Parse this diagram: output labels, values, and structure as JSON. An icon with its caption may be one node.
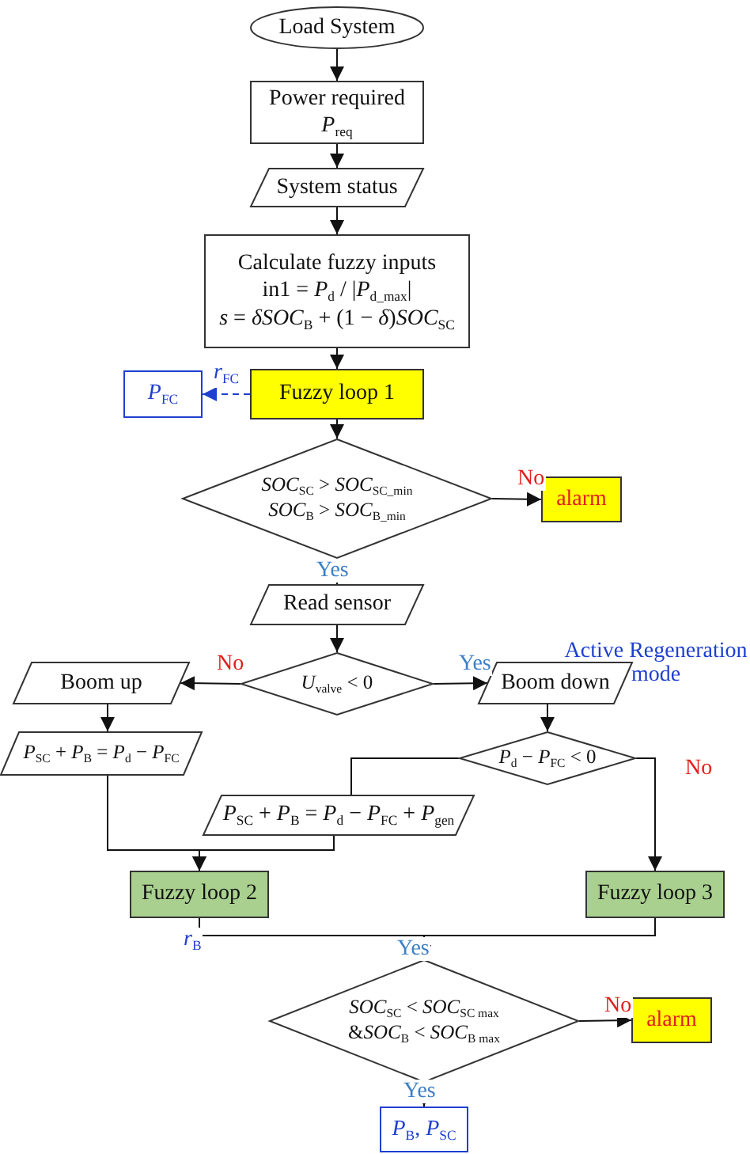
{
  "diagram": {
    "nodes": [
      {
        "text": [
          "Load System"
        ]
      },
      {
        "text": [
          "Power required",
          "*P*$_{req}$"
        ]
      },
      {
        "text": [
          "System status"
        ]
      },
      {
        "text": [
          "Calculate fuzzy inputs",
          "in1 = *P*$_{d}$ / |*P*$_{d_max}$|",
          "*s* = *δSOC*$_{B}$ + (1 − *δ*)*SOC*$_{SC}$"
        ]
      },
      {
        "text": [
          "Fuzzy loop 1"
        ]
      },
      {
        "text": [
          "*P*$_{FC}$"
        ]
      },
      {
        "text": [
          "*SOC*$_{SC}$ > *SOC*$_{SC_min}$",
          "*SOC*$_{B}$ > *SOC*$_{B_min}$"
        ]
      },
      {
        "text": [
          "alarm"
        ]
      },
      {
        "text": [
          "Read sensor"
        ]
      },
      {
        "text": [
          "*U*$_{valve}$ < 0"
        ]
      },
      {
        "text": [
          "Boom up"
        ]
      },
      {
        "text": [
          "Boom down"
        ]
      },
      {
        "text": [
          "*P*$_{SC}$ + *P*$_{B}$ = *P*$_{d}$ − *P*$_{FC}$"
        ]
      },
      {
        "text": [
          "*P*$_{d}$ − *P*$_{FC}$ < 0"
        ]
      },
      {
        "text": [
          "*P*$_{SC}$ + *P*$_{B}$ = *P*$_{d}$ − *P*$_{FC}$ + *P*$_{gen}$"
        ]
      },
      {
        "text": [
          "Fuzzy loop 2"
        ]
      },
      {
        "text": [
          "Fuzzy loop 3"
        ]
      },
      {
        "text": [
          "*SOC*$_{SC}$ < *SOC*$_{SC max}$",
          "&*SOC*$_{B}$ < *SOC*$_{B max}$"
        ]
      },
      {
        "text": [
          "alarm"
        ]
      },
      {
        "text": [
          "*P*$_{B}$, *P*$_{SC}$"
        ]
      }
    ],
    "edges": [
      {
        "from": 0,
        "to": 1,
        "arrow": "to"
      },
      {
        "from": 1,
        "to": 2,
        "arrow": "to"
      },
      {
        "from": 2,
        "to": 3,
        "arrow": "to"
      },
      {
        "from": 3,
        "to": 4,
        "arrow": "to"
      },
      {
        "from": 4,
        "to": 5,
        "arrow": "to",
        "label": "*r*$_{FC}$",
        "style": "dashed",
        "color": "#1f3fd0"
      },
      {
        "from": 4,
        "to": 6,
        "arrow": "to"
      },
      {
        "from": 6,
        "to": 7,
        "arrow": "to",
        "label": "No"
      },
      {
        "from": 6,
        "to": 8,
        "arrow": "to",
        "label": "Yes"
      },
      {
        "from": 8,
        "to": 9,
        "arrow": "to"
      },
      {
        "from": 9,
        "to": 10,
        "arrow": "to",
        "label": "No"
      },
      {
        "from": 9,
        "to": 11,
        "arrow": "to",
        "label": "Yes"
      },
      {
        "from": 10,
        "to": 12,
        "arrow": "to"
      },
      {
        "from": 11,
        "to": 13,
        "arrow": "to"
      },
      {
        "from": 13,
        "to": 14,
        "arrow": "none"
      },
      {
        "from": 13,
        "to": 16,
        "arrow": "to",
        "label": "No"
      },
      {
        "from": 12,
        "to": 15,
        "arrow": "to"
      },
      {
        "from": 14,
        "to": 15,
        "arrow": "to"
      },
      {
        "from": 15,
        "to": 17,
        "arrow": "to",
        "label": "*r*$_{B}$"
      },
      {
        "from": 16,
        "to": 17,
        "arrow": "to",
        "label": "Yes"
      },
      {
        "from": 17,
        "to": 18,
        "arrow": "to",
        "label": "No"
      },
      {
        "from": 17,
        "to": 19,
        "arrow": "to",
        "label": "Yes"
      }
    ],
    "labels": [
      "Active Regeneration mode"
    ]
  }
}
